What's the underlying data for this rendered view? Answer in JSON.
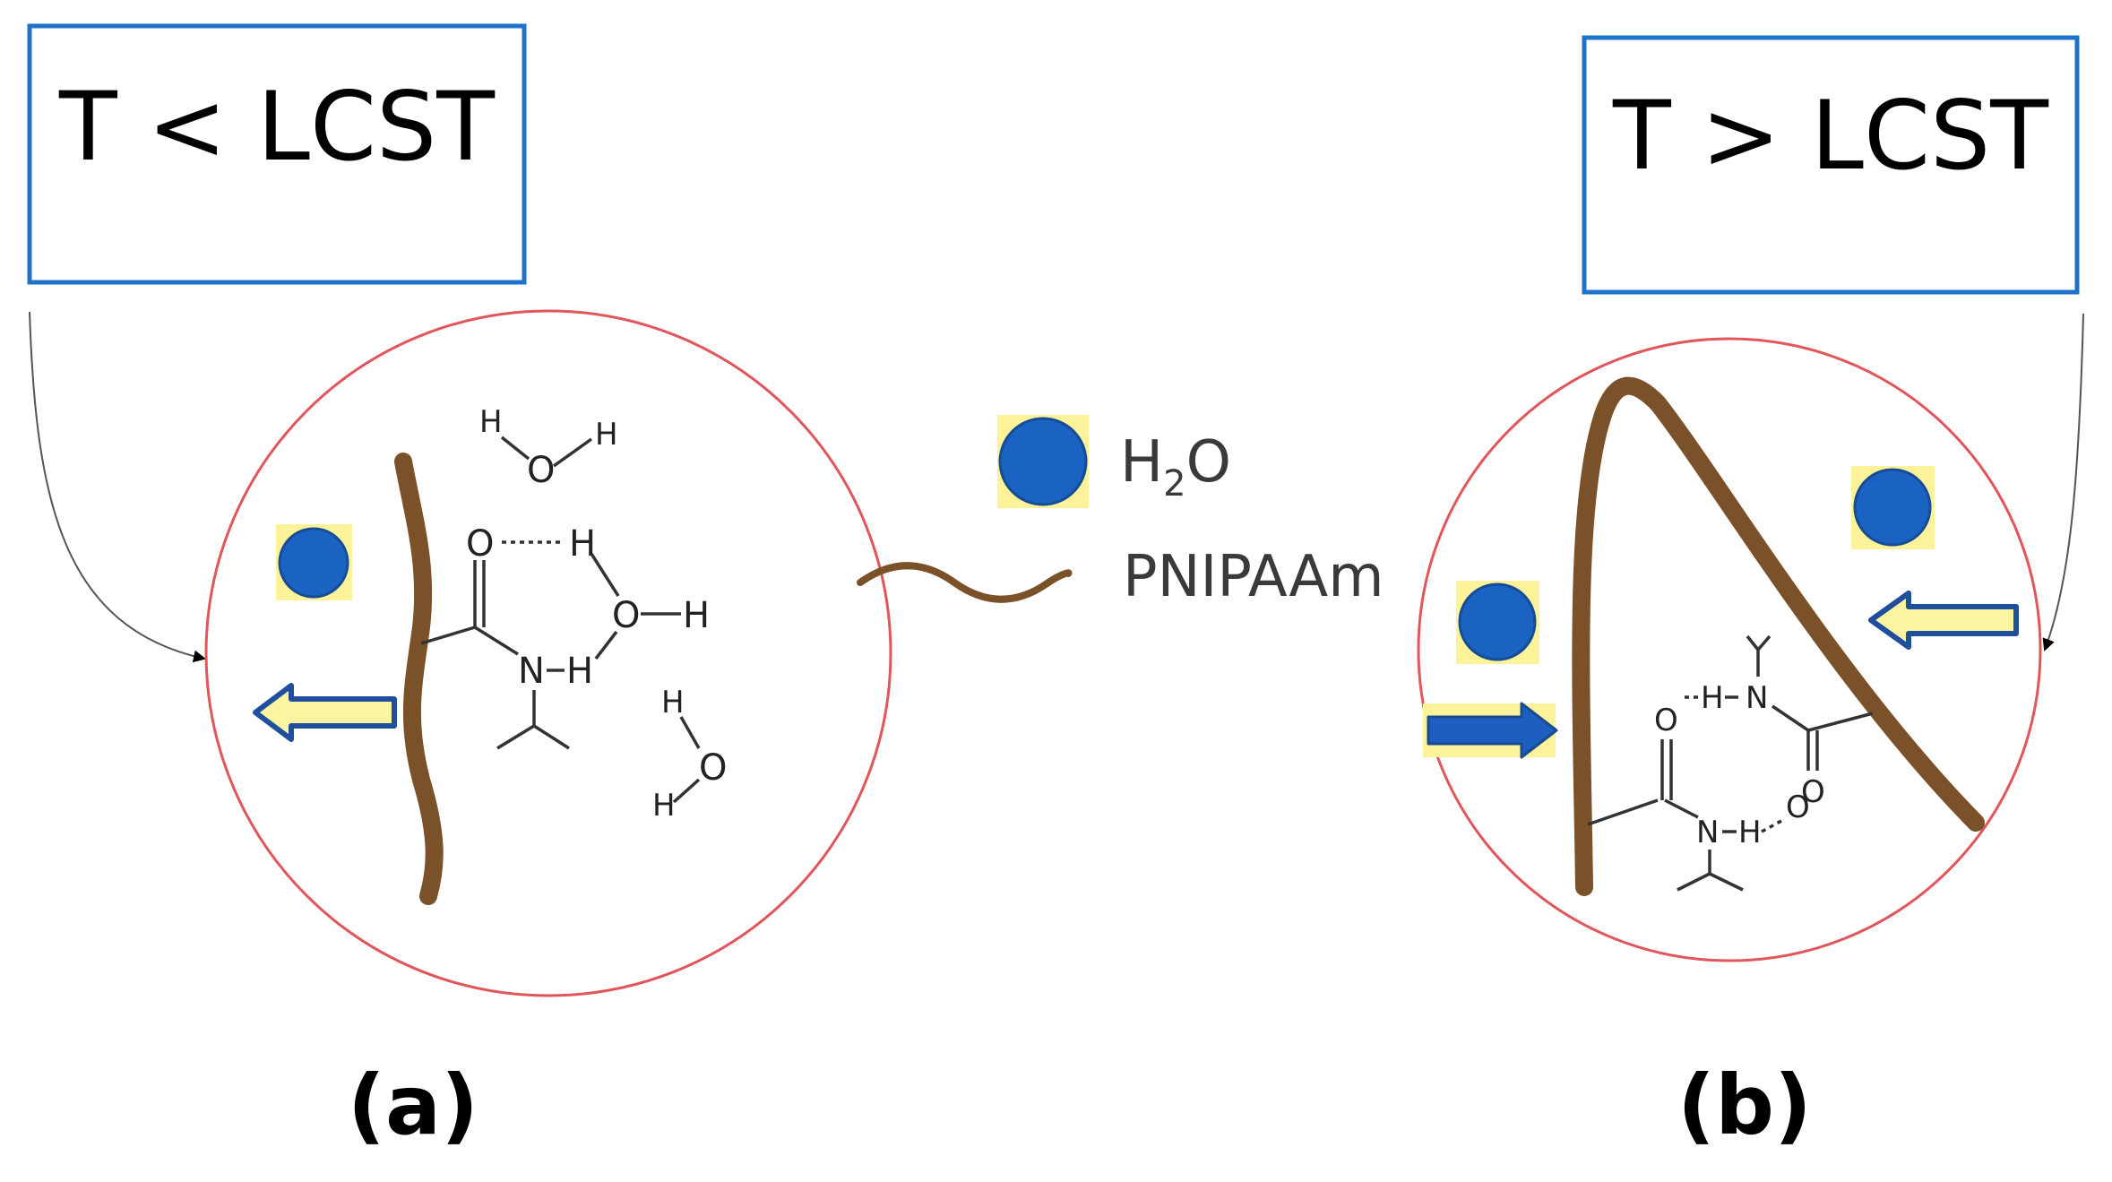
{
  "conditions": {
    "left": "T < LCST",
    "right": "T > LCST"
  },
  "legend": {
    "water": {
      "label": "H",
      "subscript": "2",
      "suffix": "O",
      "icon": "blue-circle"
    },
    "polymer": {
      "label": "PNIPAAm",
      "icon": "brown-wavy-line"
    }
  },
  "panels": {
    "a": {
      "label": "(a)"
    },
    "b": {
      "label": "(b)"
    }
  },
  "chem": {
    "H": "H",
    "O": "O",
    "N": "N"
  },
  "colors": {
    "box_border": "#1f72c9",
    "circle_border": "#e0565a",
    "water": "#1a63c2",
    "highlight": "#fbf29a",
    "polymer": "#7b5129",
    "arrow_outline": "#1f4f9c",
    "arrow_fill_yellow": "#fbf4a0",
    "arrow_fill_blue": "#1c5fc0"
  }
}
